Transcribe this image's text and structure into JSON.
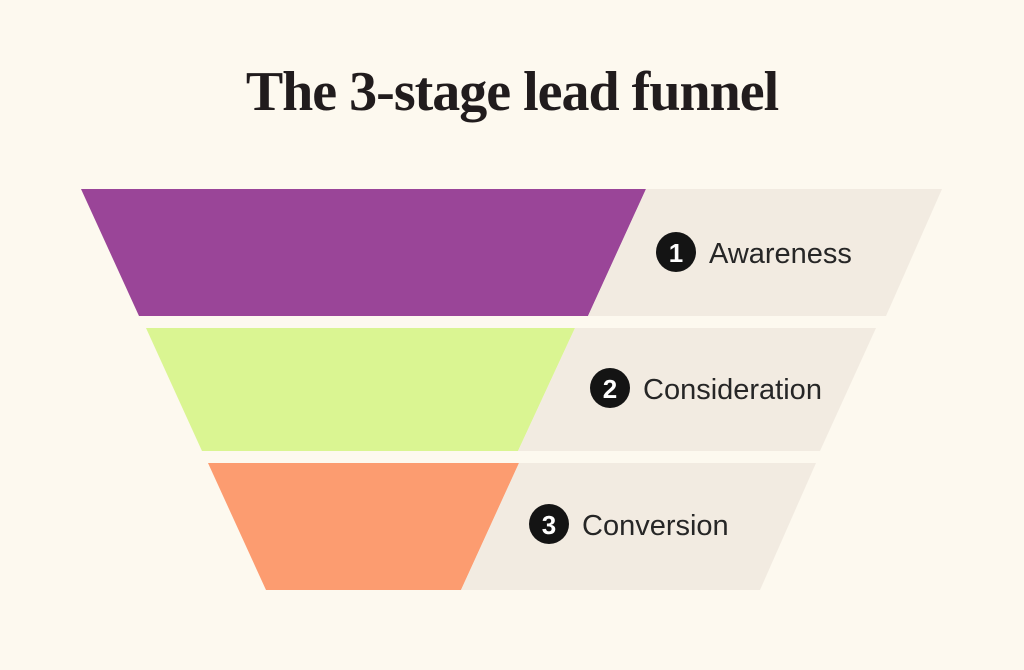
{
  "title": "The 3-stage lead funnel",
  "colors": {
    "background": "#FDF9EF",
    "label_band": "#F2EBE1",
    "badge_fill": "#141414",
    "badge_number": "#FFFFFF",
    "label_text": "#262626",
    "title_text": "#211C1D"
  },
  "stages": [
    {
      "number": "1",
      "label": "Awareness",
      "color": "#9A4598"
    },
    {
      "number": "2",
      "label": "Consideration",
      "color": "#DAF592"
    },
    {
      "number": "3",
      "label": "Conversion",
      "color": "#FC9C70"
    }
  ]
}
